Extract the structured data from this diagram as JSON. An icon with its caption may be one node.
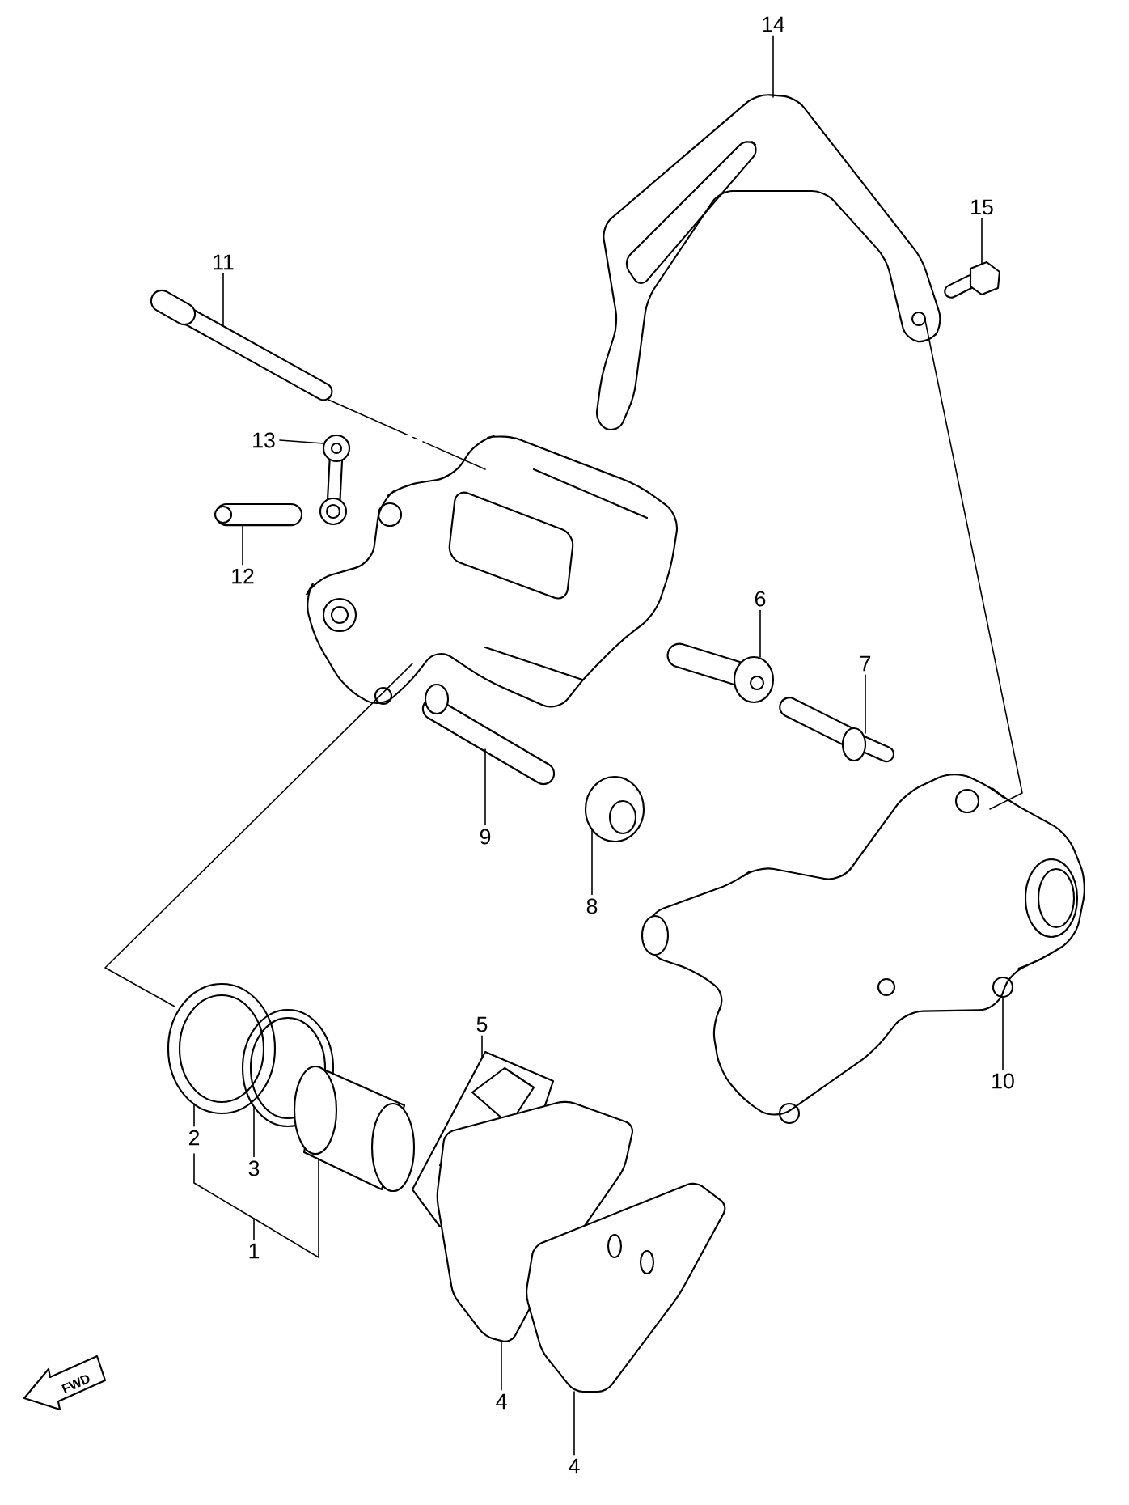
{
  "diagram": {
    "nodes": [
      {
        "text": [
          "14"
        ]
      },
      {
        "text": [
          "15"
        ]
      },
      {
        "text": [
          "11"
        ]
      },
      {
        "text": [
          "13"
        ]
      },
      {
        "text": [
          "12"
        ]
      },
      {
        "text": [
          "6"
        ]
      },
      {
        "text": [
          "7"
        ]
      },
      {
        "text": [
          "9"
        ]
      },
      {
        "text": [
          "8"
        ]
      },
      {
        "text": [
          "10"
        ]
      },
      {
        "text": [
          "5"
        ]
      },
      {
        "text": [
          "2"
        ]
      },
      {
        "text": [
          "3"
        ]
      },
      {
        "text": [
          "1"
        ]
      },
      {
        "text": [
          "4"
        ]
      },
      {
        "text": [
          "4"
        ]
      },
      {
        "text": [],
        "shape": "picture"
      },
      {
        "text": [],
        "shape": "picture"
      },
      {
        "text": [],
        "shape": "picture"
      },
      {
        "text": [],
        "shape": "picture"
      },
      {
        "text": [],
        "shape": "picture"
      },
      {
        "text": [],
        "shape": "picture"
      },
      {
        "text": [],
        "shape": "picture"
      },
      {
        "text": [],
        "shape": "picture"
      },
      {
        "text": [],
        "shape": "picture"
      },
      {
        "text": [],
        "shape": "picture"
      },
      {
        "text": [],
        "shape": "picture"
      },
      {
        "text": [],
        "shape": "picture"
      },
      {
        "text": [],
        "shape": "picture"
      },
      {
        "text": [],
        "shape": "picture"
      },
      {
        "text": [],
        "shape": "picture"
      },
      {
        "text": [],
        "shape": "picture"
      },
      {
        "text": [],
        "shape": "picture"
      }
    ],
    "edges": [
      {
        "from": 0,
        "to": 16,
        "arrow": "none"
      },
      {
        "from": 1,
        "to": 17,
        "arrow": "none"
      },
      {
        "from": 2,
        "to": 18,
        "arrow": "none"
      },
      {
        "from": 3,
        "to": 19,
        "arrow": "none"
      },
      {
        "from": 4,
        "to": 20,
        "arrow": "none"
      },
      {
        "from": 5,
        "to": 22,
        "arrow": "none"
      },
      {
        "from": 6,
        "to": 23,
        "arrow": "none"
      },
      {
        "from": 7,
        "to": 24,
        "arrow": "none"
      },
      {
        "from": 8,
        "to": 25,
        "arrow": "none"
      },
      {
        "from": 9,
        "to": 26,
        "arrow": "none"
      },
      {
        "from": 10,
        "to": 30,
        "arrow": "none"
      },
      {
        "from": 11,
        "to": 27,
        "arrow": "none"
      },
      {
        "from": 12,
        "to": 28,
        "arrow": "none"
      },
      {
        "from": 13,
        "to": 29,
        "arrow": "none"
      },
      {
        "from": 14,
        "to": 31,
        "arrow": "none"
      },
      {
        "from": 15,
        "to": 32,
        "arrow": "none"
      },
      {
        "from": 18,
        "to": 21,
        "arrow": "none",
        "style": "dashed"
      },
      {
        "from": 21,
        "to": 27,
        "arrow": "none"
      },
      {
        "from": 16,
        "to": 26,
        "arrow": "none"
      },
      {
        "from": 13,
        "to": 11,
        "arrow": "none"
      }
    ],
    "labels": [
      "FWD"
    ]
  }
}
